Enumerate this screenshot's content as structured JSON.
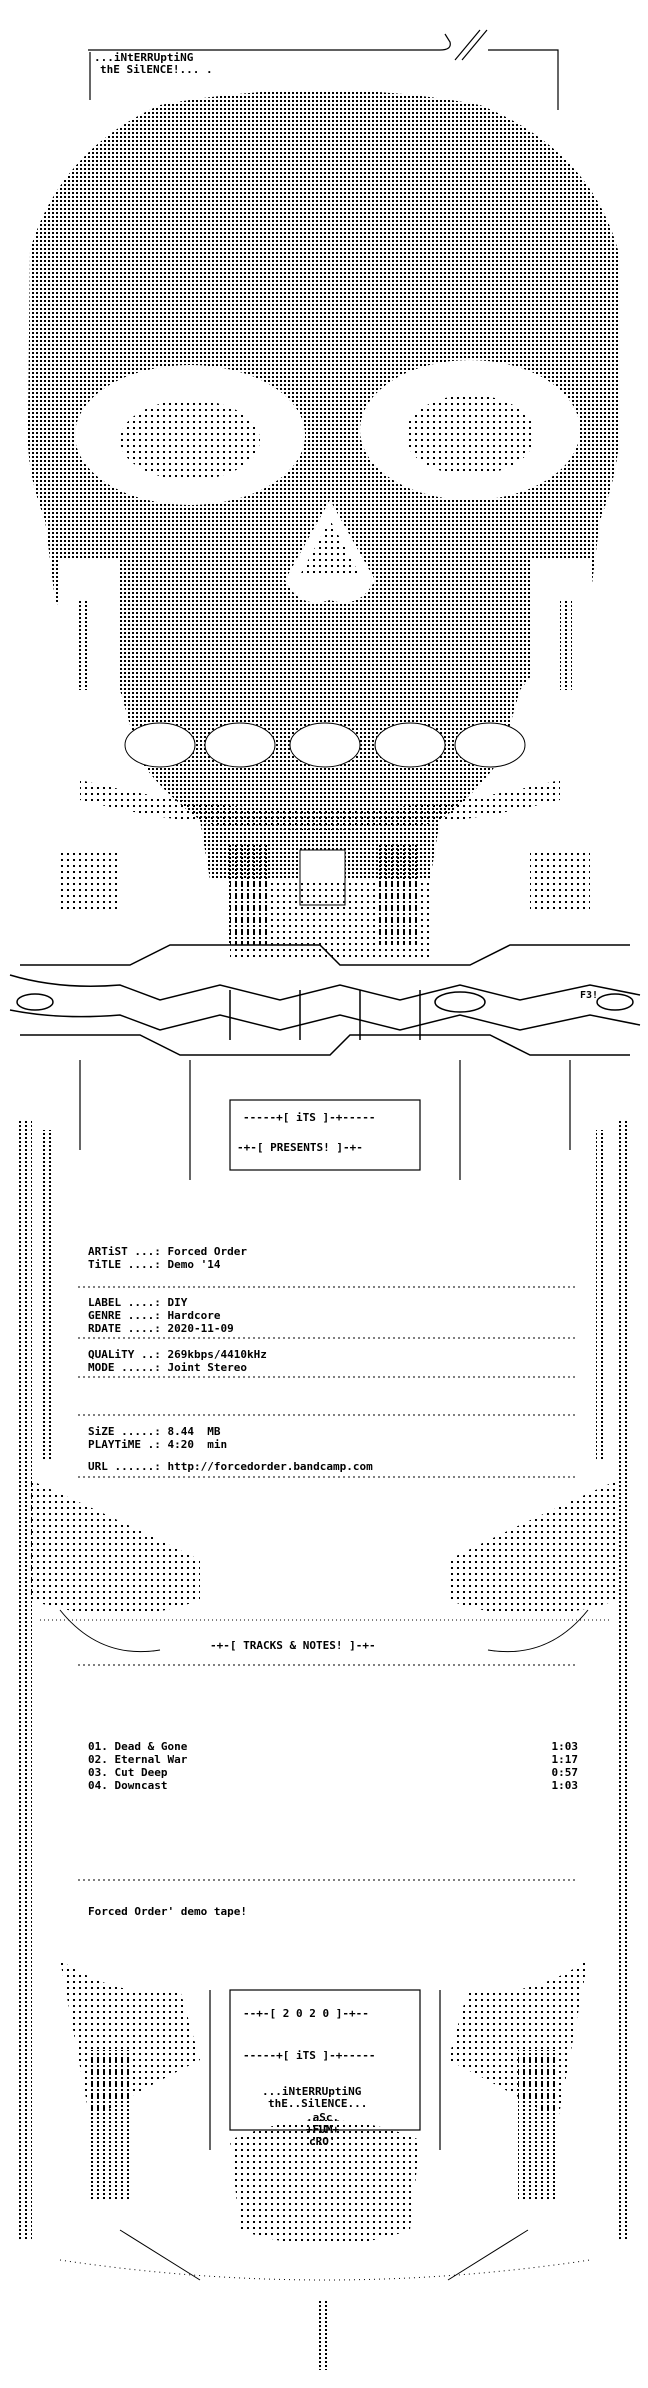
{
  "header": {
    "line1": "...iNtERRUptiNG",
    "line2": "thE SilENCE!... ."
  },
  "logo": {
    "tag": "F3!"
  },
  "banner": {
    "group": "iTS",
    "presents": "PRESENTS!"
  },
  "info": {
    "artist": {
      "label": "ARTiST ...:",
      "value": "Forced Order"
    },
    "title": {
      "label": "TiTLE ....:",
      "value": "Demo '14"
    },
    "label": {
      "label": "LABEL ....:",
      "value": "DIY"
    },
    "genre": {
      "label": "GENRE ....:",
      "value": "Hardcore"
    },
    "rdate": {
      "label": "RDATE ....:",
      "value": "2020-11-09"
    },
    "quality": {
      "label": "QUALiTY ..:",
      "value": "269kbps/4410kHz"
    },
    "mode": {
      "label": "MODE .....:",
      "value": "Joint Stereo"
    },
    "size": {
      "label": "SiZE .....:",
      "value": "8.44  MB"
    },
    "playtime": {
      "label": "PLAYTiME .:",
      "value": "4:20  min"
    },
    "url": {
      "label": "URL ......:",
      "value": "http://forcedorder.bandcamp.com"
    }
  },
  "tracks_header": "TRACKS & NOTES!",
  "tracks": [
    {
      "name": "01. Dead & Gone",
      "time": "1:03"
    },
    {
      "name": "02. Eternal War",
      "time": "1:17"
    },
    {
      "name": "03. Cut Deep",
      "time": "0:57"
    },
    {
      "name": "04. Downcast",
      "time": "1:03"
    }
  ],
  "notes": "Forced Order' demo tape!",
  "footer": {
    "year": "2 0 2 0",
    "group": "iTS",
    "line1": "...iNtERRUptiNG",
    "line2": "thE..SilENCE...",
    "c1": ".aSc.",
    "c2": "+FUM+",
    "c3": "cRO'"
  }
}
